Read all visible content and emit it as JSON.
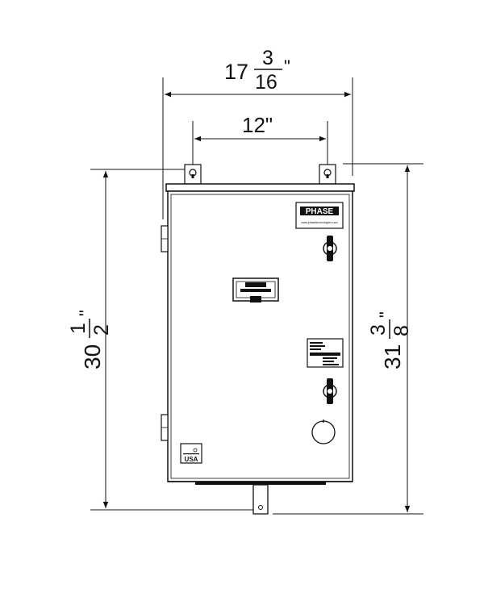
{
  "dimensions": {
    "overall_width": {
      "whole": "17",
      "numerator": "3",
      "denominator": "16",
      "unit": "\""
    },
    "mount_width": {
      "text": "12\""
    },
    "body_height": {
      "whole": "30",
      "numerator": "1",
      "denominator": "2",
      "unit": "\""
    },
    "overall_height": {
      "whole": "31",
      "numerator": "3",
      "denominator": "8",
      "unit": "\""
    }
  },
  "labels": {
    "brand": "PHASE",
    "brand_subtext": "www.phasetechnologies.com",
    "origin_mark": "USA"
  }
}
